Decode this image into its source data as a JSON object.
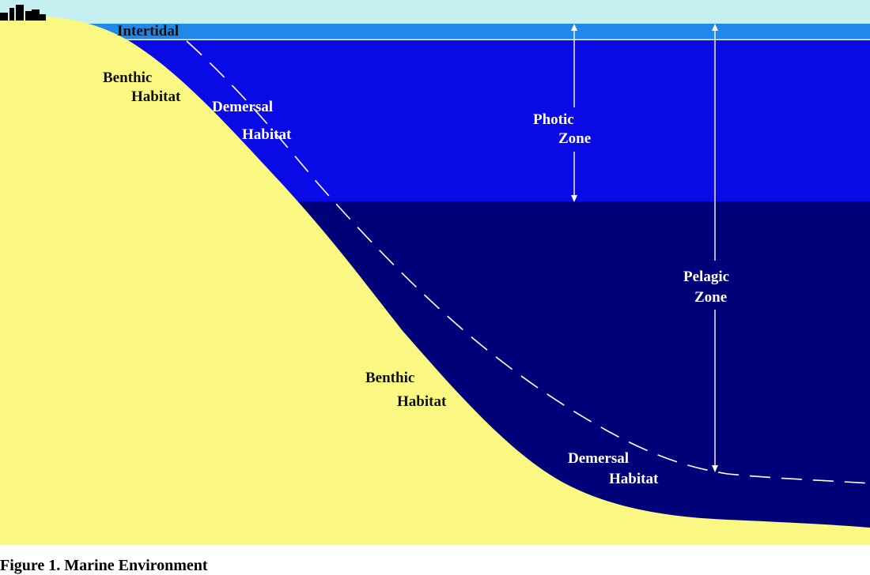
{
  "labels": {
    "intertidal": "Intertidal",
    "benthic_upper": [
      "Benthic",
      "Habitat"
    ],
    "demersal_upper": [
      "Demersal",
      "Habitat"
    ],
    "photic_zone": [
      "Photic",
      "Zone"
    ],
    "pelagic_zone": [
      "Pelagic",
      "Zone"
    ],
    "benthic_lower": [
      "Benthic",
      "Habitat"
    ],
    "demersal_lower": [
      "Demersal",
      "Habitat"
    ]
  },
  "caption": "Figure 1.  Marine Environment",
  "colors": {
    "sky": "#c6eff1",
    "intertidal_water": "#1f88e9",
    "photic_water": "#0a0ae6",
    "deep_water": "#000078",
    "seabed": "#fbf783",
    "land_silhouette": "#000000",
    "annotation_lines": "#ffffff"
  },
  "icons": [
    "shoreline-buildings-icon"
  ]
}
